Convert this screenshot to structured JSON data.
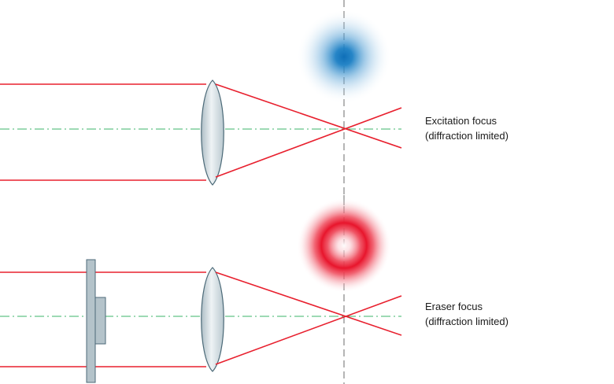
{
  "labels": {
    "excitation": {
      "line1": "Excitation focus",
      "line2": "(diffraction limited)"
    },
    "eraser": {
      "line1": "Eraser focus",
      "line2": "(diffraction limited)"
    }
  },
  "colors": {
    "beam": "#e8202e",
    "optical_axis": "#3bb56a",
    "focal_plane": "#6b6b6b",
    "lens_fill": "#cfd8dd",
    "lens_stroke": "#4c6a78",
    "phase_plate_fill": "#b4c3ca",
    "excitation_spot": "#1677c2",
    "eraser_spot": "#e8202e"
  },
  "icons": {
    "excitation_spot": "gaussian-spot",
    "eraser_spot": "donut-spot",
    "phase_plate": "vortex-phase-plate"
  }
}
